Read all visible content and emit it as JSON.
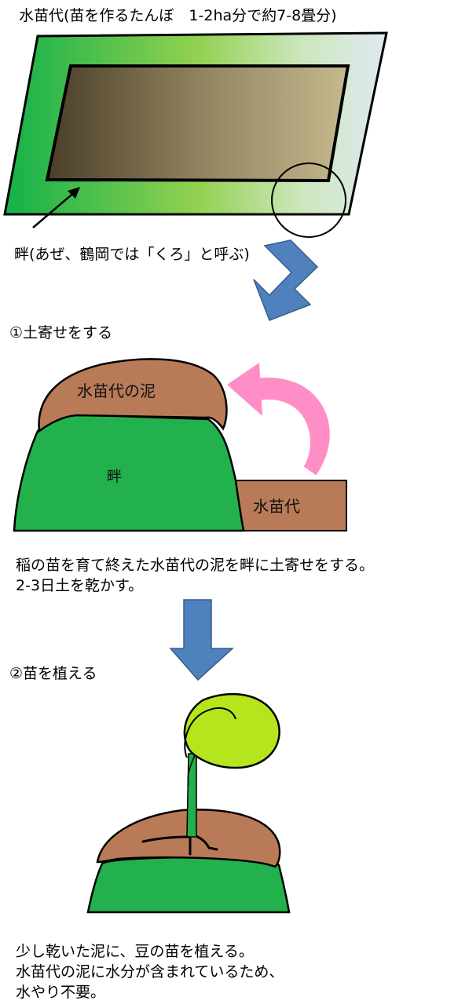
{
  "title": "水苗代(苗を作るたんぼ　1-2ha分で約7-8畳分)",
  "paddy_label": "畔(あぜ、鶴岡では「くろ」と呼ぶ)",
  "step1": {
    "heading": "①土寄せをする",
    "mud_label": "水苗代の泥",
    "ridge_label": "畔",
    "nursery_label": "水苗代",
    "description_line1": "稲の苗を育て終えた水苗代の泥を畔に土寄せをする。",
    "description_line2": "2-3日土を乾かす。"
  },
  "step2": {
    "heading": "②苗を植える",
    "description_line1": "少し乾いた泥に、豆の苗を植える。",
    "description_line2": "水苗代の泥に水分が含まれているため、",
    "description_line3": "水やり不要。"
  },
  "colors": {
    "ridge_green": "#22b14c",
    "mud_brown": "#b97a57",
    "arrow_blue": "#4f81bd",
    "return_arrow_pink": "#ff8ec6",
    "leaf_green": "#b5e61d"
  }
}
